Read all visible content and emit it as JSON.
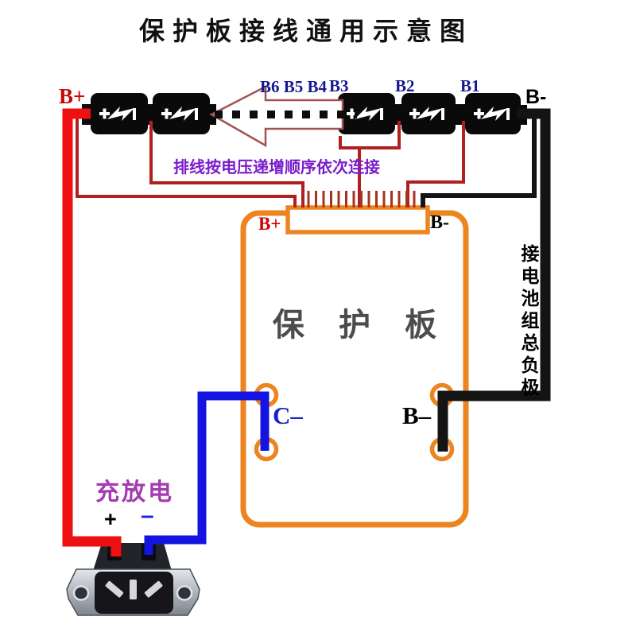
{
  "title": "保护板接线通用示意图",
  "battery_row": {
    "pack_positive_label": "B+",
    "pack_negative_label": "B-",
    "hidden_cells_label": "B6 B5 B4",
    "cell_labels": [
      "B3",
      "B2",
      "B1"
    ],
    "visible_cell_count": 5,
    "cell_symbols": {
      "positive": "+",
      "negative": "I"
    }
  },
  "ribbon_note": "排线按电压递增顺序依次连接",
  "connector": {
    "pin_count": 15,
    "b_plus_label": "B+",
    "b_minus_label": "B-"
  },
  "board": {
    "name": "保 护 板",
    "charge_negative_label": "C–",
    "battery_negative_label": "B–"
  },
  "side_note": "接电池组总负极",
  "charge_port": {
    "label": "充放电",
    "positive_label": "+",
    "negative_label": "–"
  },
  "colors": {
    "positive_wire": "#ee1010",
    "negative_wire": "#141414",
    "charge_negative_wire": "#1414e0",
    "sense_wire": "#b02020",
    "board_outline": "#ec8420",
    "note_purple": "#7a1ccc",
    "charge_label_purple": "#a43bb0",
    "cell_label_navy": "#181894"
  }
}
